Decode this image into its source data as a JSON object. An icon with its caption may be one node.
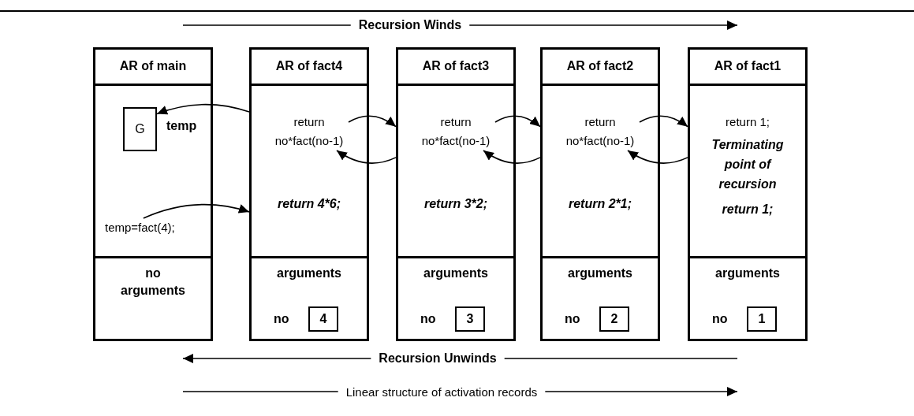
{
  "diagram": {
    "nodes": [
      {
        "text": [
          "AR of main"
        ]
      },
      {
        "text": [
          "G"
        ],
        "in": 0,
        "beside": [
          "temp"
        ]
      },
      {
        "text": [
          "temp=fact(4);"
        ],
        "in": 0
      },
      {
        "text": [
          "no arguments"
        ],
        "in": 0
      },
      {
        "text": [
          "AR of fact4",
          "return 4*6;"
        ]
      },
      {
        "text": [
          "return no*fact(no-1)"
        ],
        "in": 4
      },
      {
        "text": [
          "arguments",
          "no"
        ],
        "in": 4
      },
      {
        "text": [
          "4"
        ],
        "in": 6
      },
      {
        "text": [
          "AR of fact3",
          "return 3*2;"
        ]
      },
      {
        "text": [
          "return no*fact(no-1)"
        ],
        "in": 8
      },
      {
        "text": [
          "arguments",
          "no"
        ],
        "in": 8
      },
      {
        "text": [
          "3"
        ],
        "in": 10
      },
      {
        "text": [
          "AR of fact2",
          "return 2*1;"
        ]
      },
      {
        "text": [
          "return no*fact(no-1)"
        ],
        "in": 12
      },
      {
        "text": [
          "arguments",
          "no"
        ],
        "in": 12
      },
      {
        "text": [
          "2"
        ],
        "in": 14
      },
      {
        "text": [
          "AR of fact1",
          "Terminating point of recursion",
          "return 1;"
        ]
      },
      {
        "text": [
          "return 1;"
        ],
        "in": 16
      },
      {
        "text": [
          "arguments",
          "no"
        ],
        "in": 16
      },
      {
        "text": [
          "1"
        ],
        "in": 18
      }
    ],
    "edges": [
      {
        "from": 2,
        "to": 4,
        "arrow": "to"
      },
      {
        "from": 4,
        "to": 1,
        "arrow": "to"
      },
      {
        "from": 5,
        "to": 8,
        "arrow": "to"
      },
      {
        "from": 8,
        "to": 5,
        "arrow": "to"
      },
      {
        "from": 9,
        "to": 12,
        "arrow": "to"
      },
      {
        "from": 12,
        "to": 9,
        "arrow": "to"
      },
      {
        "from": 13,
        "to": 16,
        "arrow": "to"
      },
      {
        "from": 16,
        "to": 13,
        "arrow": "to"
      }
    ],
    "labels": [
      "Recursion Winds",
      "Recursion Unwinds",
      "Linear structure of activation records"
    ]
  }
}
